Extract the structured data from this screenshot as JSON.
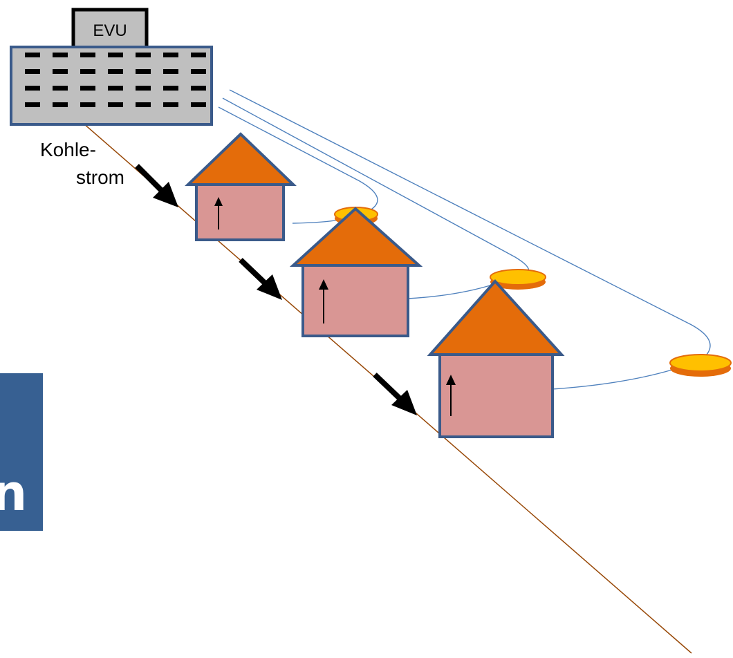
{
  "diagram": {
    "power_plant_label": "EVU",
    "flow_label_line1": "Kohle-",
    "flow_label_line2": "strom",
    "side_panel_letter": "n"
  },
  "colors": {
    "background": "#ffffff",
    "building_fill": "#bfbfbf",
    "building_stroke": "#3a5a8a",
    "window": "#000000",
    "roof": "#e46c0a",
    "house_wall": "#d99694",
    "house_stroke": "#3a5a8a",
    "coin_fill": "#ffc000",
    "coin_stroke": "#e46c0a",
    "wire": "#4f81bd",
    "ground_line": "#984807",
    "arrow": "#000000",
    "side_panel": "#376092"
  },
  "icons": [
    "power-plant-icon",
    "house-icon",
    "coin-icon",
    "arrow-icon"
  ]
}
